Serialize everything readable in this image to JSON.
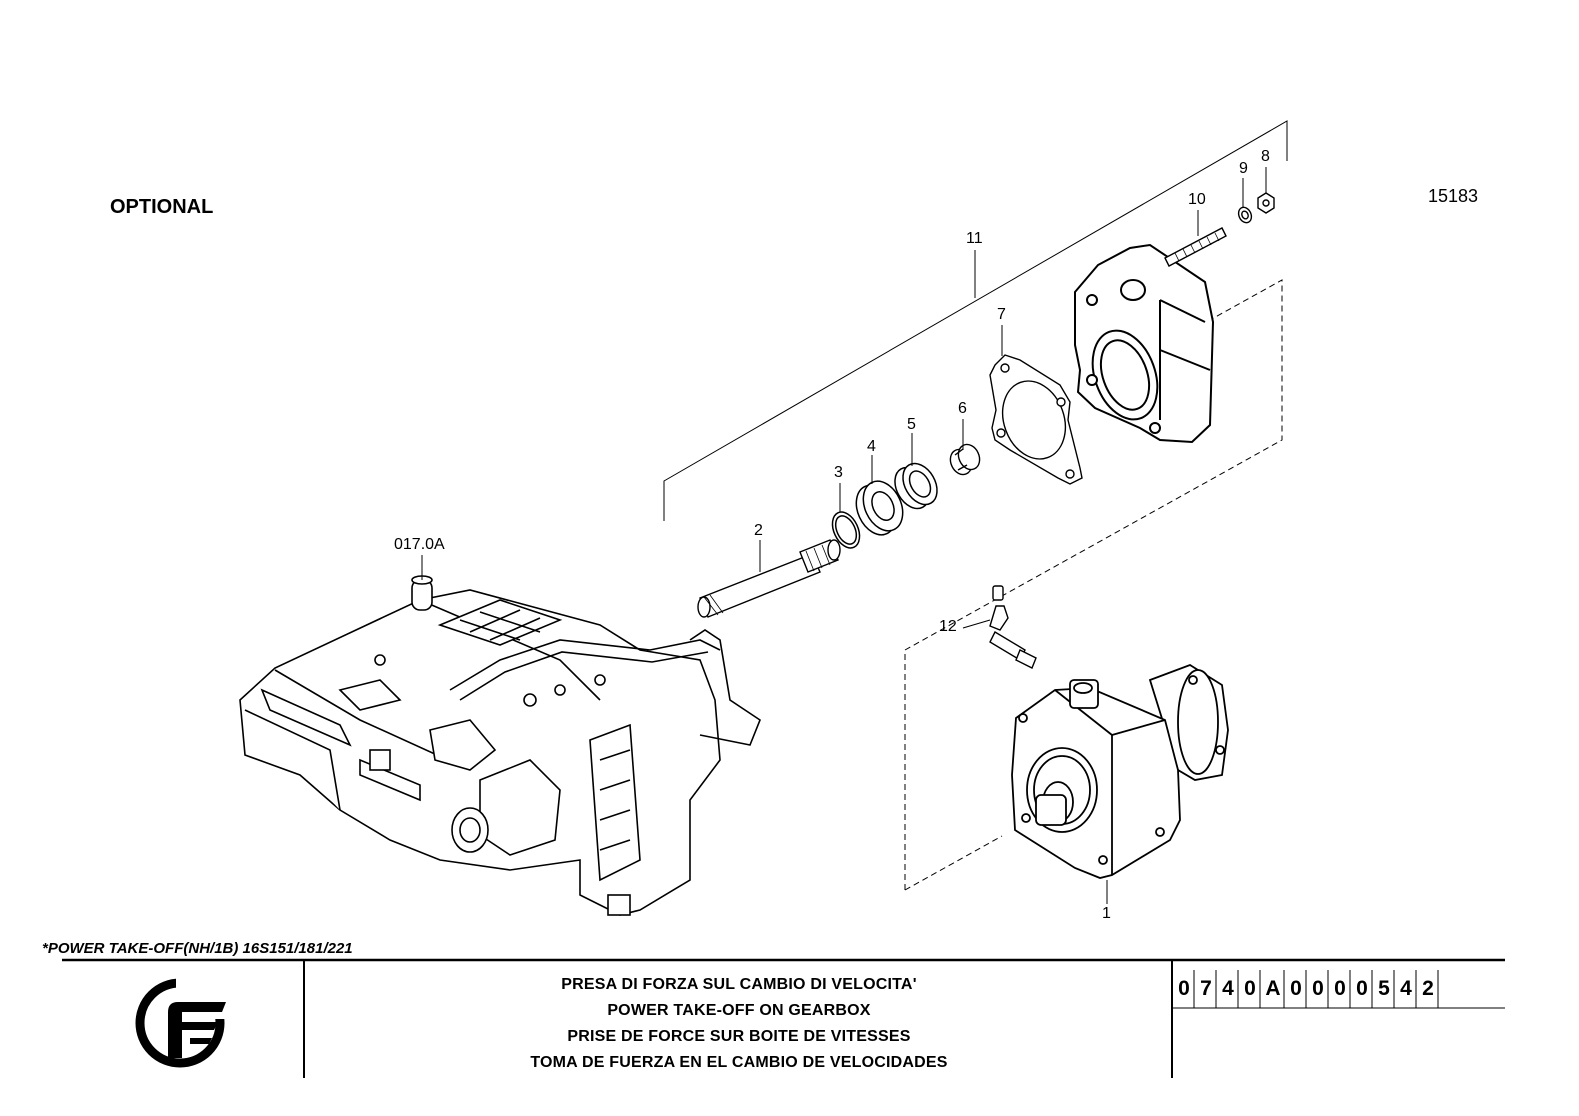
{
  "header": {
    "optional_label": "OPTIONAL",
    "drawing_number": "15183"
  },
  "callouts": {
    "c1": "1",
    "c2": "2",
    "c3": "3",
    "c4": "4",
    "c5": "5",
    "c6": "6",
    "c7": "7",
    "c8": "8",
    "c9": "9",
    "c10": "10",
    "c11": "11",
    "c12": "12",
    "ref_group": "017.0A"
  },
  "footer": {
    "subtitle": "*POWER TAKE-OFF(NH/1B) 16S151/181/221",
    "titles": [
      "PRESA DI FORZA SUL CAMBIO DI VELOCITA'",
      "POWER TAKE-OFF ON GEARBOX",
      "PRISE DE FORCE SUR BOITE DE VITESSES",
      "TOMA DE FUERZA EN EL CAMBIO DE VELOCIDADES"
    ],
    "code_chars": [
      "0",
      "7",
      "4",
      "0",
      "A",
      "0",
      "0",
      "0",
      "0",
      "5",
      "4",
      "2"
    ],
    "logo_icon": "brand-logo-icon"
  }
}
